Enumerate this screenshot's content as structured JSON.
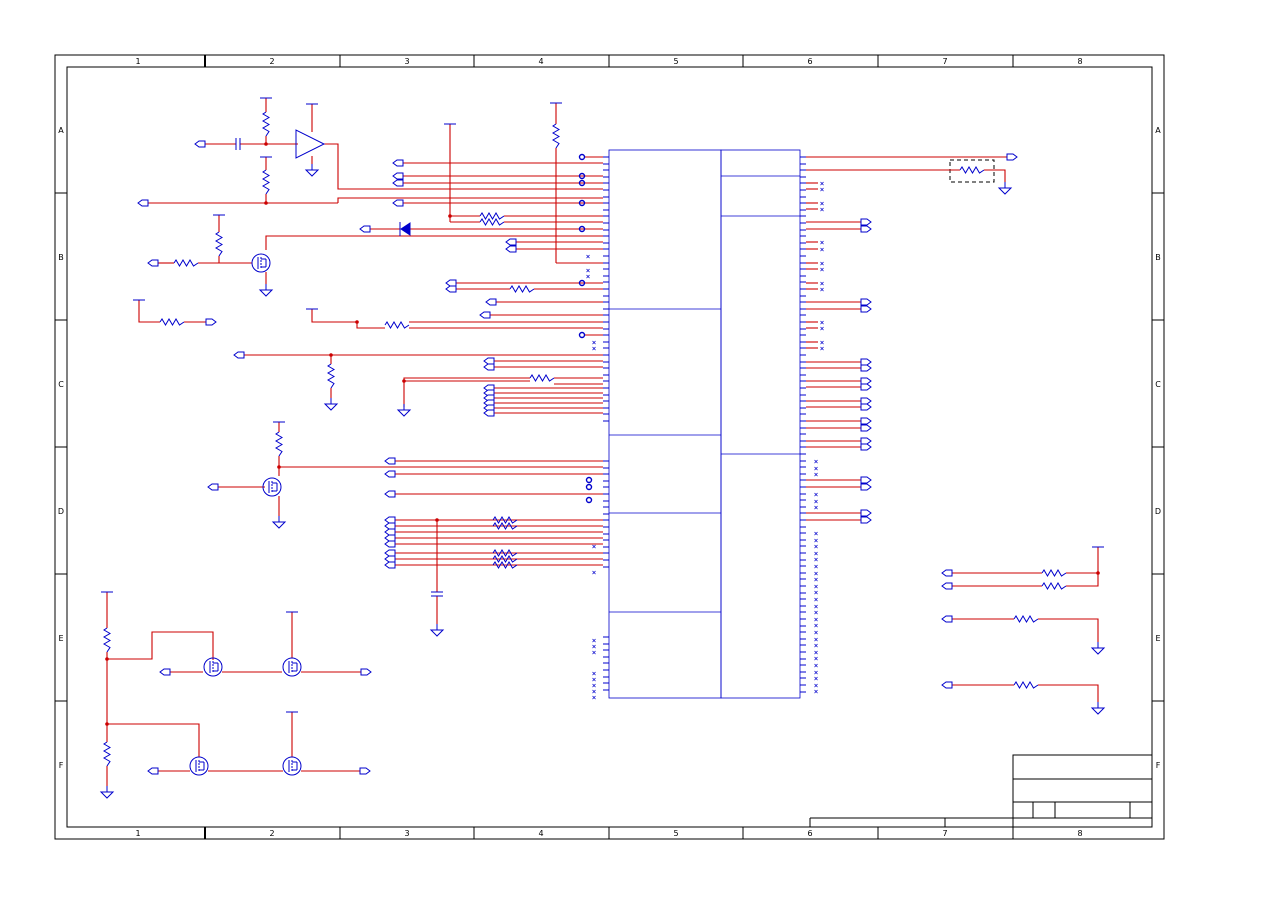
{
  "sheet": {
    "columns": [
      "1",
      "2",
      "3",
      "4",
      "5",
      "6",
      "7",
      "8"
    ],
    "rows": [
      "A",
      "B",
      "C",
      "D",
      "E",
      "F"
    ]
  },
  "colors": {
    "wire": "#cc0000",
    "component": "#0000cc",
    "frame": "#000000"
  },
  "icons": {
    "resistor": "resistor-icon",
    "capacitor": "capacitor-icon",
    "ground": "ground-icon",
    "power": "power-rail-icon",
    "port": "off-page-port-icon",
    "mosfet": "mosfet-icon",
    "diode": "diode-icon",
    "opamp": "opamp-icon",
    "no_connect": "no-connect-icon"
  }
}
